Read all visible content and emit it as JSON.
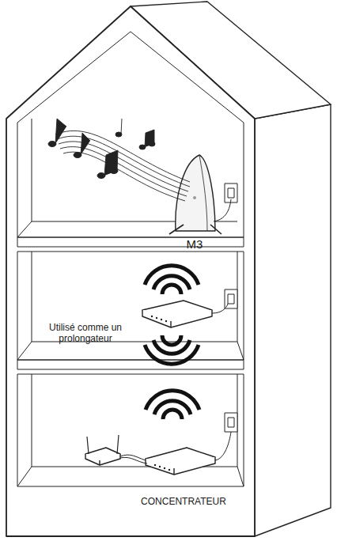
{
  "diagram": {
    "labels": [
      "M3",
      "Utilisé comme un prolongateur",
      "CONCENTRATEUR"
    ]
  }
}
